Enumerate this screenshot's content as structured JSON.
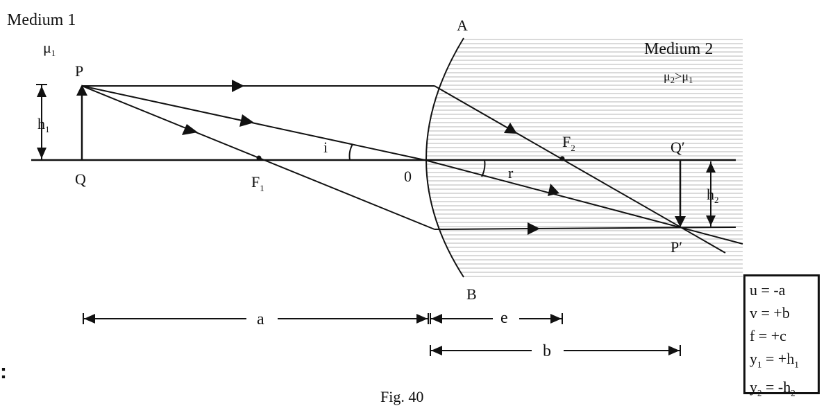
{
  "labels": {
    "medium1": "Medium 1",
    "mu1_base": "μ",
    "mu1_sub": "1",
    "medium2": "Medium 2",
    "mu_ineq_a": "μ",
    "mu_ineq_a_sub": "2",
    "mu_ineq_op": ">",
    "mu_ineq_b": "μ",
    "mu_ineq_b_sub": "1",
    "P": "P",
    "Q": "Q",
    "h1_base": "h",
    "h1_sub": "1",
    "i": "i",
    "F1_base": "F",
    "F1_sub": "1",
    "O": "0",
    "r": "r",
    "F2_base": "F",
    "F2_sub": "2",
    "Qp": "Q′",
    "h2_base": "h",
    "h2_sub": "2",
    "Pp": "P′",
    "A": "A",
    "B": "B",
    "dim_a": "a",
    "dim_e": "e",
    "dim_b": "b"
  },
  "legend": [
    {
      "base": "u = -a",
      "sub": ""
    },
    {
      "base": "v = +b",
      "sub": ""
    },
    {
      "base": "f = +c",
      "sub": ""
    },
    {
      "base": "y",
      "sub": "1",
      "rest": " = +h",
      "sub2": "1"
    },
    {
      "base": "y",
      "sub": "2",
      "rest": " = -h",
      "sub2": "2"
    }
  ],
  "colon": ":",
  "caption": "Fig. 40"
}
